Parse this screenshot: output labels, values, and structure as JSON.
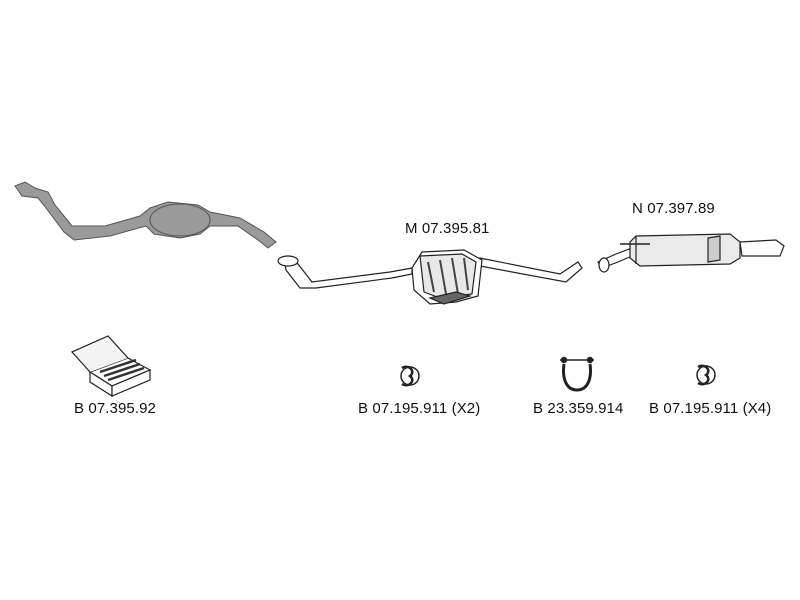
{
  "parts": {
    "front_pipe": {
      "label": ""
    },
    "middle_silencer": {
      "label": "M 07.395.81"
    },
    "rear_silencer": {
      "label": "N 07.397.89"
    },
    "mounting_kit": {
      "label": "B 07.395.92"
    },
    "ring_mount_a": {
      "label": "B 07.195.911 (X2)"
    },
    "pipe_clamp": {
      "label": "B 23.359.914"
    },
    "ring_mount_b": {
      "label": "B 07.195.911 (X4)"
    }
  },
  "colors": {
    "line": "#222222",
    "part_fill": "#ffffff",
    "front_pipe_fill": "#9a9a9a",
    "shading": "#666666"
  }
}
